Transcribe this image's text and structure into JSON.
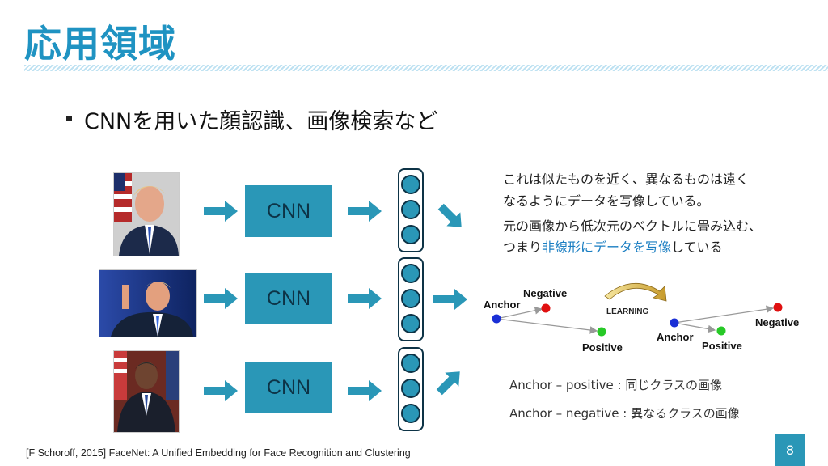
{
  "slide": {
    "title": "応用領域",
    "bullet": "CNNを用いた顔認識、画像検索など",
    "page_number": "8",
    "citation": "[F Schoroff, 2015] FaceNet: A Unified Embedding for Face Recognition and Clustering"
  },
  "pipeline": {
    "rows": [
      {
        "cnn_label": "CNN"
      },
      {
        "cnn_label": "CNN"
      },
      {
        "cnn_label": "CNN"
      }
    ]
  },
  "notes": {
    "p1_line1": "これは似たものを近く、異なるものは遠く",
    "p1_line2": "なるようにデータを写像している。",
    "p2_line1": "元の画像から低次元のベクトルに畳み込む、",
    "p2_line2_pre": "つまり",
    "p2_line2_hl": "非線形にデータを写像",
    "p2_line2_post": "している"
  },
  "diagram": {
    "left_negative": "Negative",
    "left_anchor": "Anchor",
    "left_positive": "Positive",
    "learning": "LEARNING",
    "right_anchor": "Anchor",
    "right_positive": "Positive",
    "right_negative": "Negative",
    "colors": {
      "anchor": "#1a2fd6",
      "negative": "#e01010",
      "positive": "#27c927"
    }
  },
  "legend": {
    "pos": "Anchor – positive : 同じクラスの画像",
    "neg": "Anchor – negative : 異なるクラスの画像"
  },
  "colors": {
    "accent": "#2a97b7",
    "title": "#1f93c2"
  }
}
